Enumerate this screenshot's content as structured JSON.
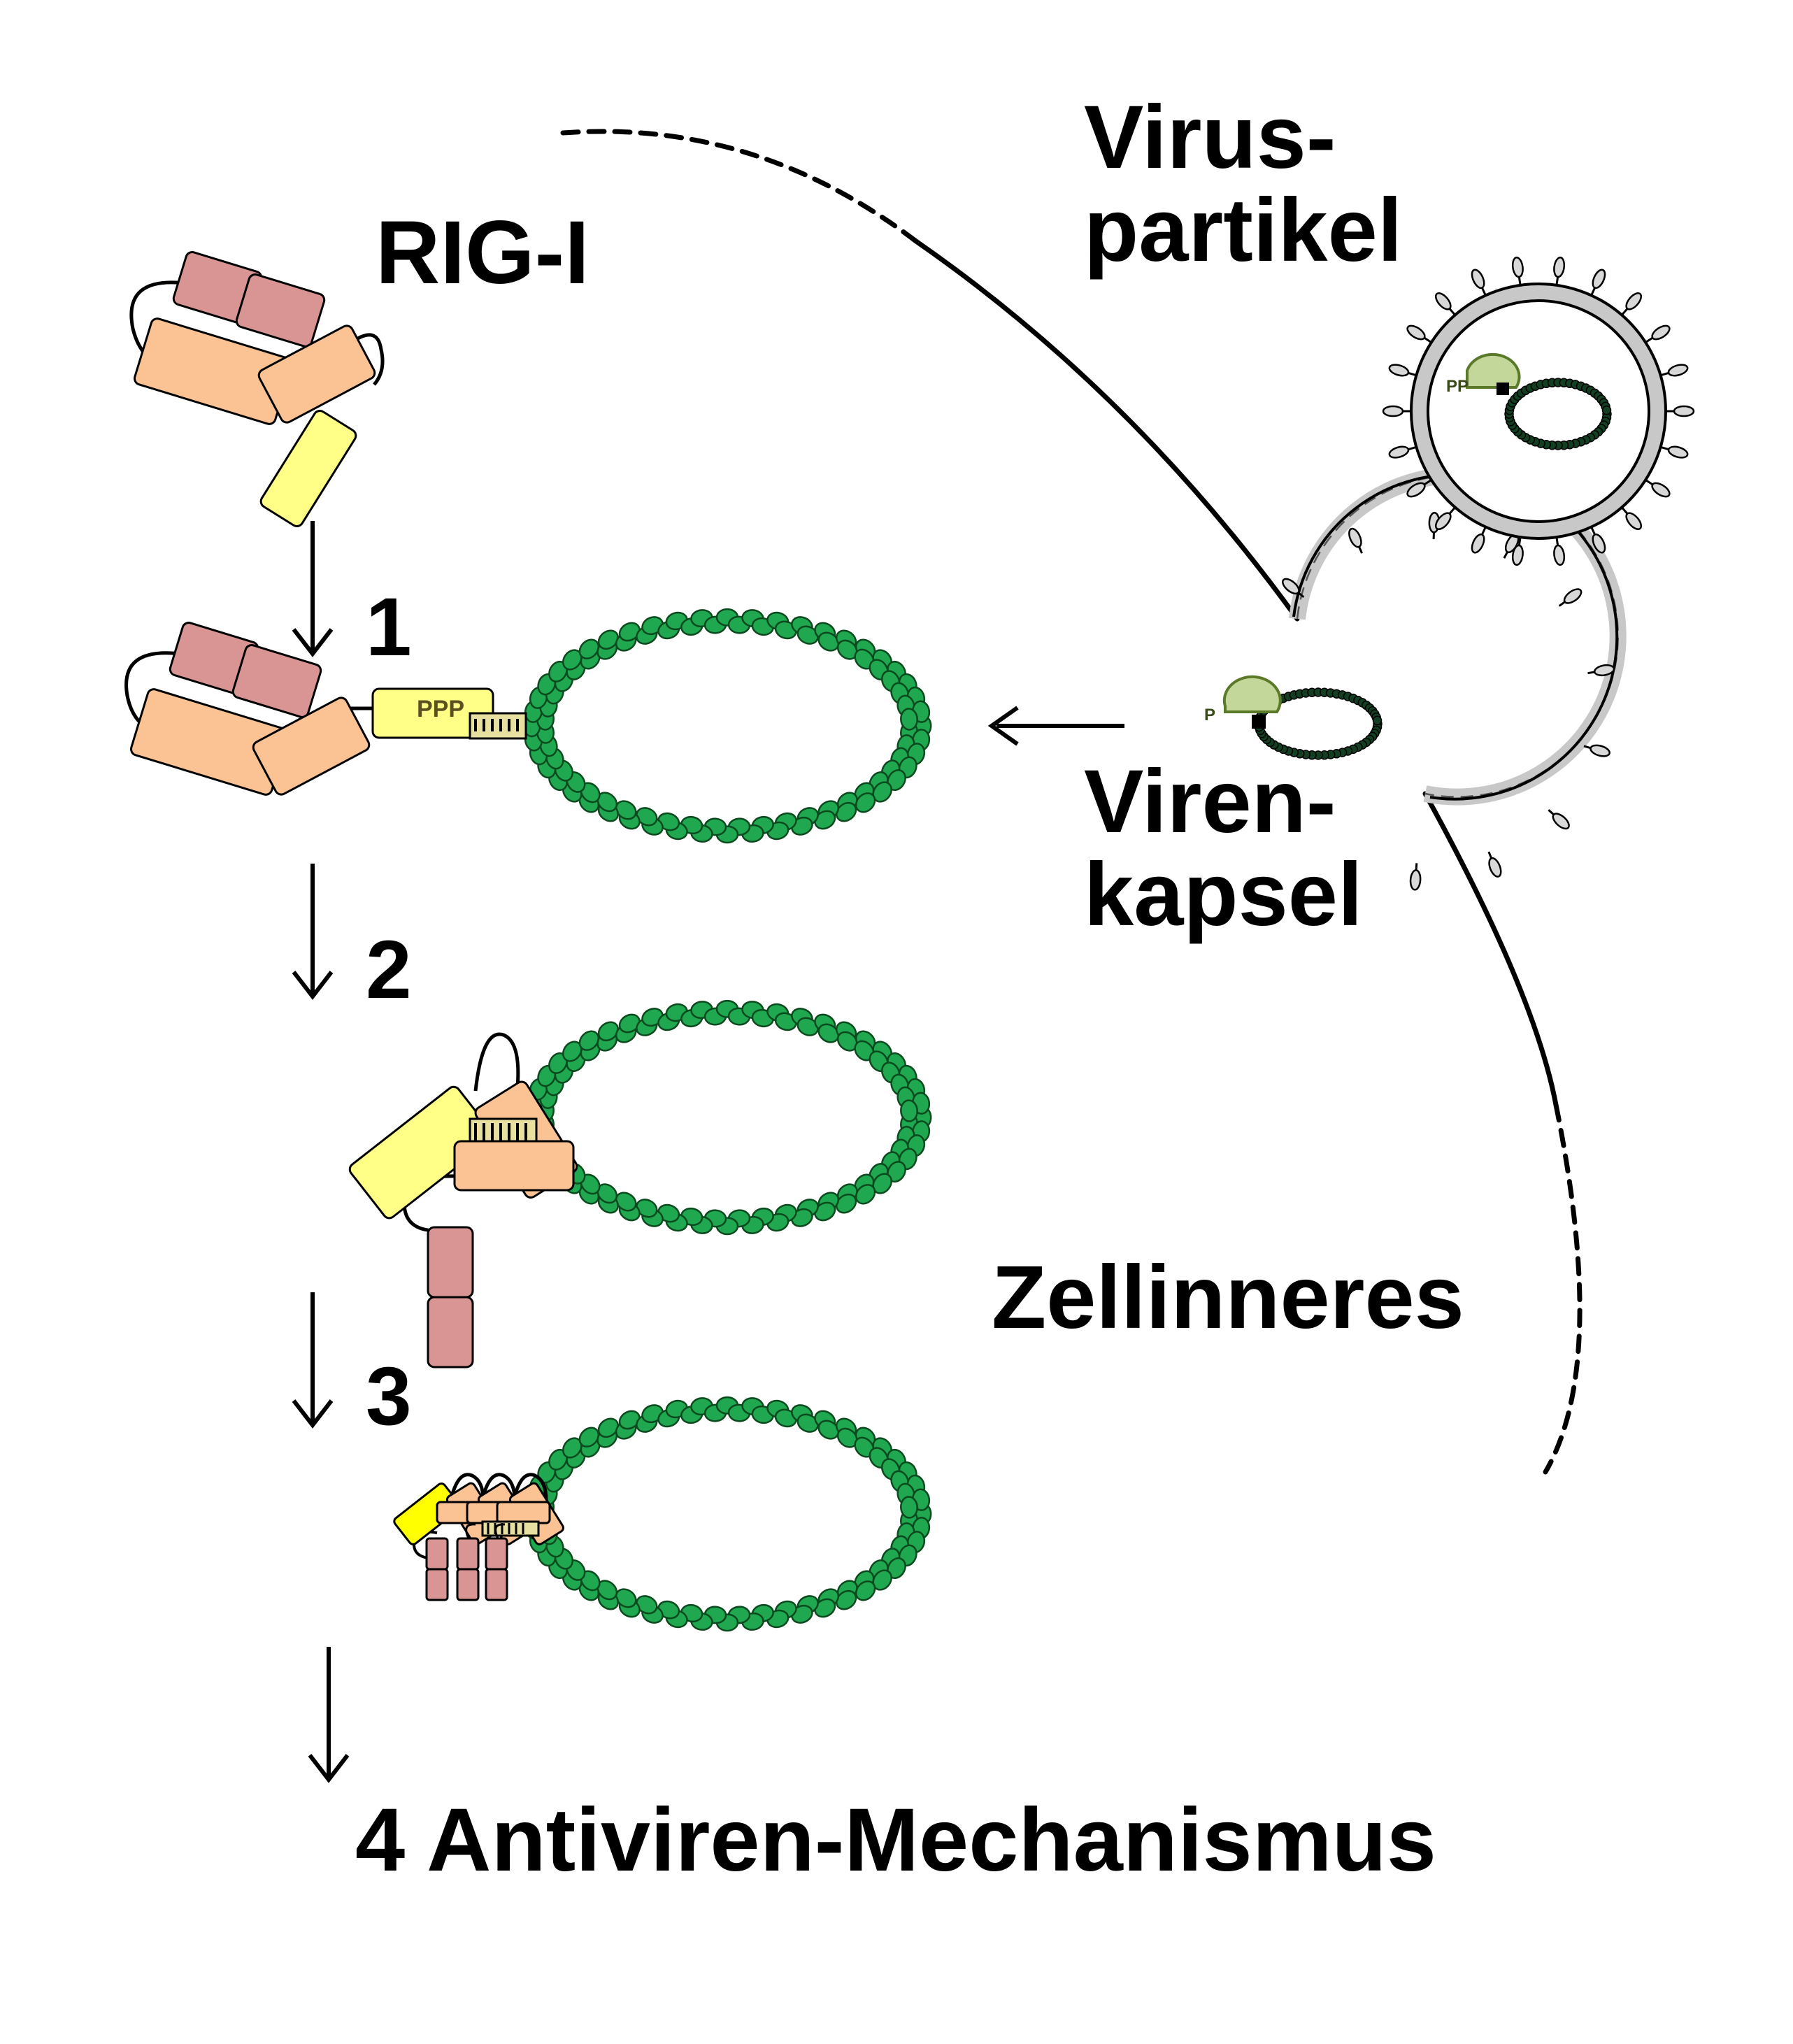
{
  "labels": {
    "rig": "RIG-I",
    "virus_particle": [
      "Virus-",
      "partikel"
    ],
    "viral_capsid": [
      "Viren-",
      "kapsel"
    ],
    "cell_interior": "Zellinneres",
    "final": "4 Antiviren-Mechanismus"
  },
  "steps": [
    "1",
    "2",
    "3"
  ],
  "ppp_label": "PPP",
  "colors": {
    "card_domain": "#d99594",
    "helicase": "#fbc294",
    "ctd": "#ffff88",
    "rna_bead": "#1fa84f",
    "bead_stroke": "#0b4a1e",
    "capsid": "#c4d79b",
    "membrane_fill": "#c8c8c8"
  }
}
